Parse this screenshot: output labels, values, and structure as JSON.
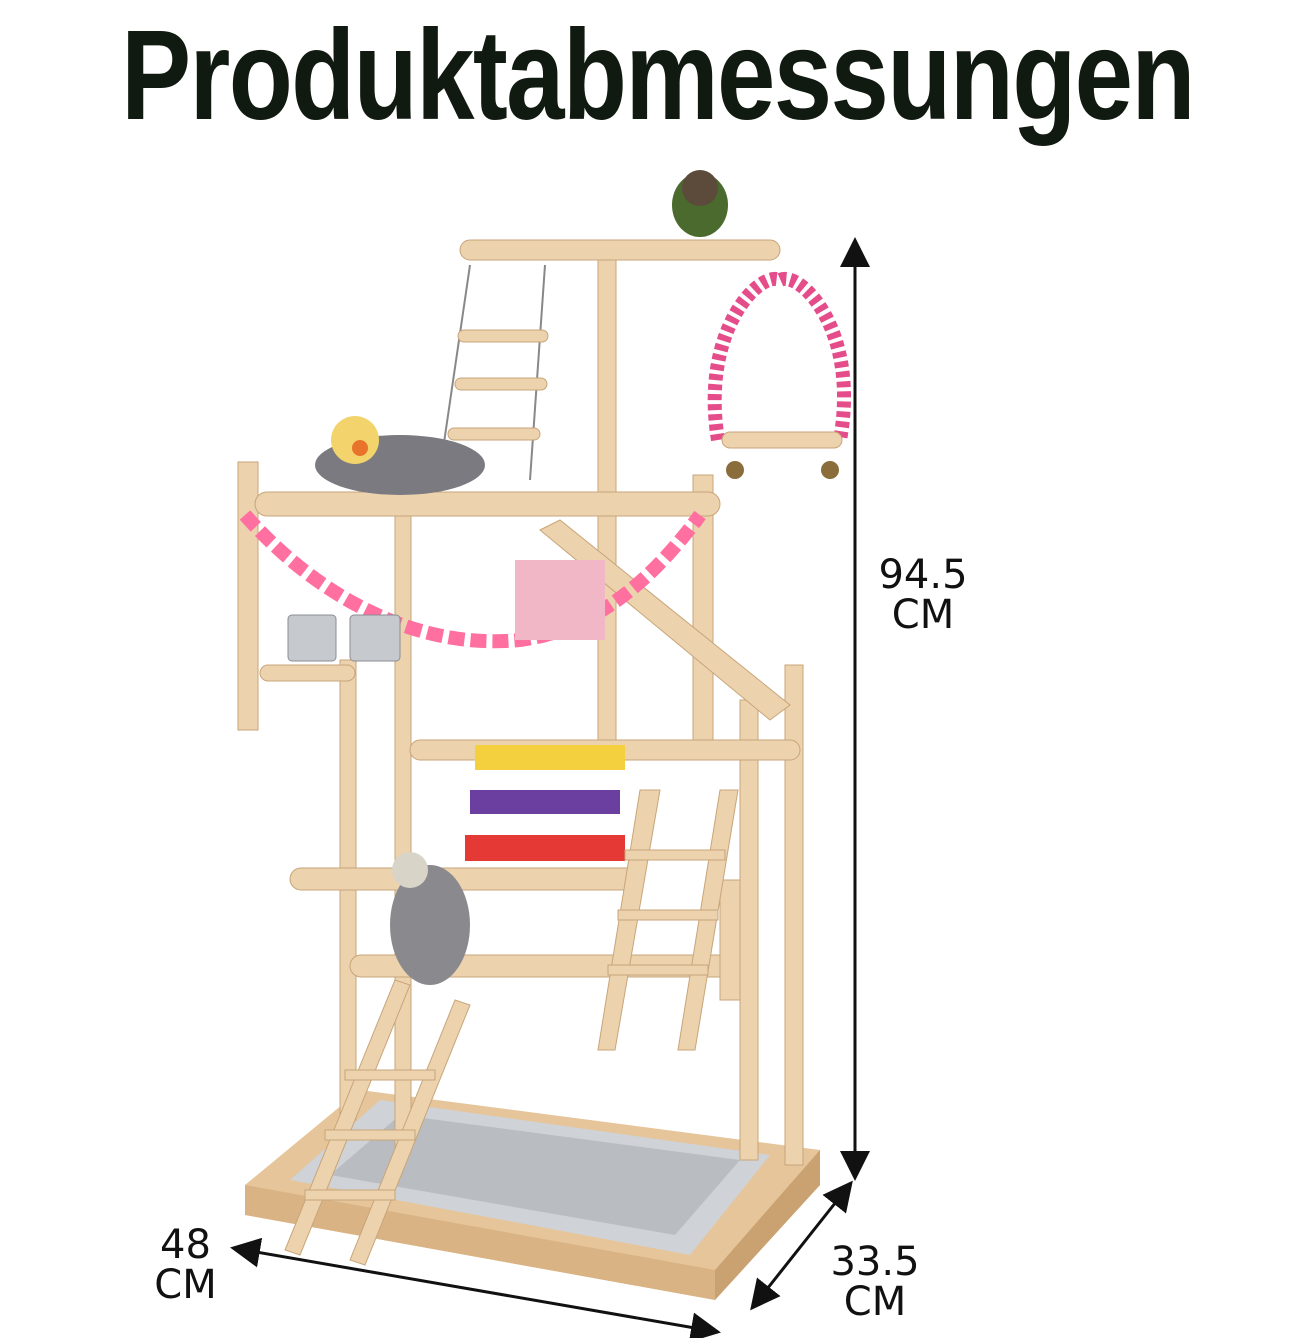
{
  "title": "Produktabmessungen",
  "dimensions": {
    "height": {
      "value": "94.5",
      "unit": "CM"
    },
    "width": {
      "value": "48",
      "unit": "CM"
    },
    "depth": {
      "value": "33.5",
      "unit": "CM"
    }
  },
  "colors": {
    "wood": "#e8c9a0",
    "wood_dark": "#c9a577",
    "tray": "#c9ccd1",
    "title": "#111a10"
  }
}
